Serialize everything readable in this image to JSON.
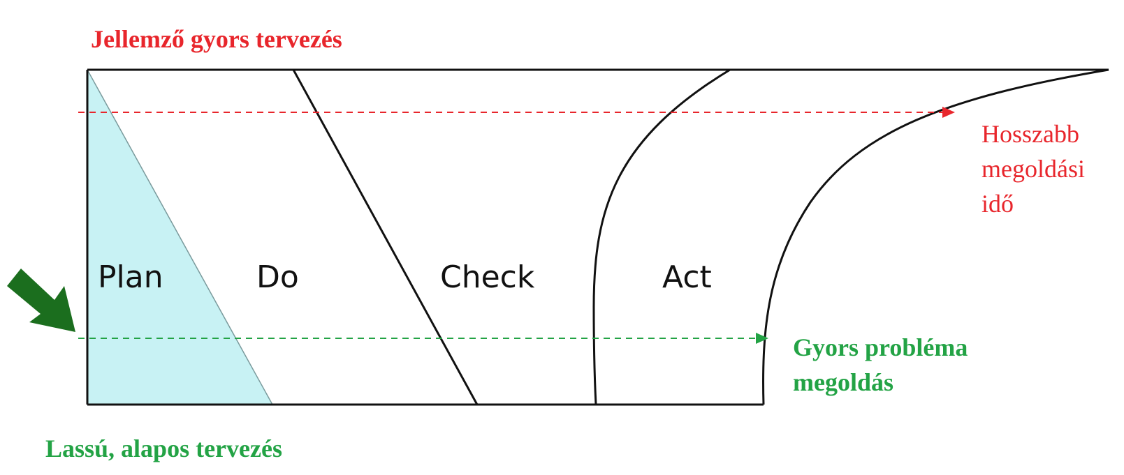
{
  "titles": {
    "top": "Jellemző gyors tervezés",
    "bottom": "Lassú, alapos tervezés"
  },
  "phases": {
    "plan": "Plan",
    "do": "Do",
    "check": "Check",
    "act": "Act"
  },
  "annotations": {
    "longer_time": [
      "Hosszabb",
      "megoldási",
      "idő"
    ],
    "fast_solution": [
      "Gyors probléma",
      "megoldás"
    ]
  },
  "colors": {
    "red": "#e8262c",
    "green": "#23a345",
    "dark_green": "#1b6e1e",
    "plan_fill": "#c8f2f4",
    "outline": "#111111"
  },
  "icons": {
    "pointer": "arrow-pointing-down-right"
  }
}
